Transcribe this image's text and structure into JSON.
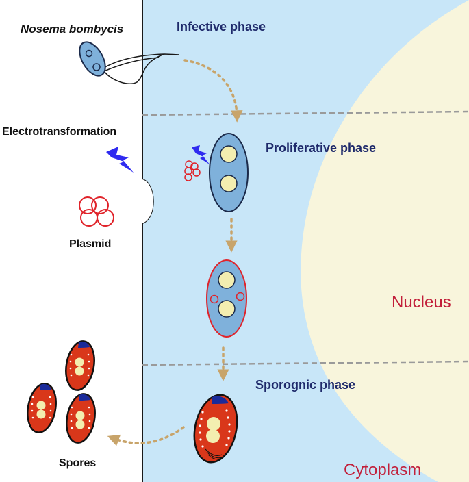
{
  "labels": {
    "organism": "Nosema bombycis",
    "electro": "Electrotransformation",
    "plasmid": "Plasmid",
    "spores": "Spores"
  },
  "phases": {
    "infective": "Infective phase",
    "proliferative": "Proliferative phase",
    "sporogonic": "Sporognic phase"
  },
  "regions": {
    "nucleus": "Nucleus",
    "cytoplasm": "Cytoplasm"
  },
  "colors": {
    "cytoplasm": "#c8e6f8",
    "nucleus": "#f8f5dc",
    "cell_blue": "#7fb1db",
    "cell_outline": "#1b2a4a",
    "nucleus_yellow": "#f3eeb0",
    "spore_red": "#d9371a",
    "spore_cap": "#1a2a9a",
    "plasmid_red": "#e0232a",
    "arrow_tan": "#c8a46a",
    "lightning": "#2f2bf0",
    "phase_text": "#1f2a6b",
    "region_text": "#c21f3a",
    "divider": "#9a9a9a"
  },
  "icons": [
    "lightning-icon",
    "plasmid-icon",
    "spore-icon"
  ]
}
